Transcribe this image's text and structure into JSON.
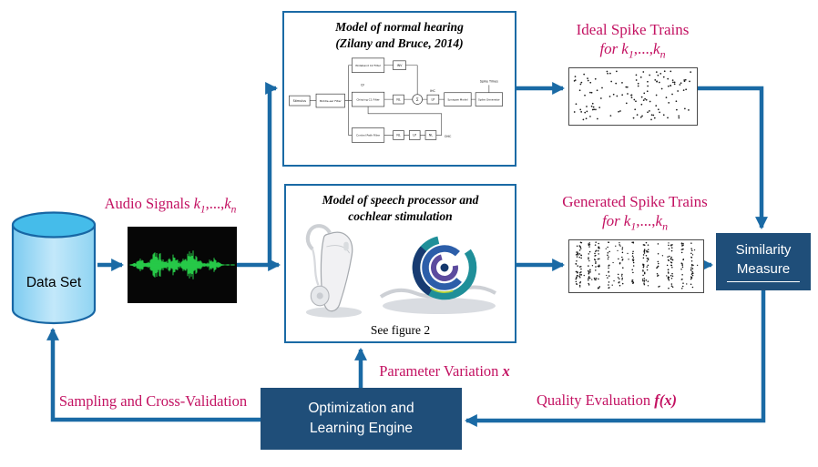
{
  "colors": {
    "arrow_blue": "#1A6AA5",
    "dark_box_blue": "#1F4E79",
    "label_crimson": "#C31262",
    "cylinder_blue": "#45BCEA",
    "waveform_green": "#2BE050"
  },
  "math": {
    "k": "k",
    "sub1": "1",
    "dots": ",...,",
    "subn": "n"
  },
  "dataset": {
    "label": "Data Set"
  },
  "audio": {
    "label": "Audio Signals"
  },
  "normal_model": {
    "title_line1": "Model of normal hearing",
    "title_line2": "(Zilany and Bruce, 2014)",
    "inner": {
      "stimulus": "Stimulus",
      "middle_ear": "Middle-ear Filter",
      "wideband": "Wideband C2 Filter",
      "chirping": "Chirping C1 Filter",
      "control": "Control Path Filter",
      "inv": "INV",
      "nl": "NL",
      "lp": "LP",
      "sigma": "Σ",
      "ihc": "IHC",
      "ohc": "OHC",
      "cf": "CF",
      "synapse": "Synapse Model",
      "spike_gen": "Spike Generator",
      "spike_times": "Spike Times"
    }
  },
  "speech_model": {
    "title_line1": "Model of speech processor and",
    "title_line2": "cochlear stimulation",
    "caption": "See figure 2"
  },
  "ideal_spikes": {
    "title": "Ideal Spike Trains",
    "for_word": "for"
  },
  "generated_spikes": {
    "title": "Generated Spike Trains",
    "for_word": "for"
  },
  "similarity": {
    "line1": "Similarity",
    "line2": "Measure"
  },
  "optimization": {
    "line1": "Optimization and",
    "line2": "Learning Engine"
  },
  "flow_labels": {
    "parameter_variation": "Parameter Variation",
    "x": "x",
    "quality_evaluation": "Quality Evaluation",
    "fx": "f(x)",
    "sampling": "Sampling and Cross-Validation"
  }
}
